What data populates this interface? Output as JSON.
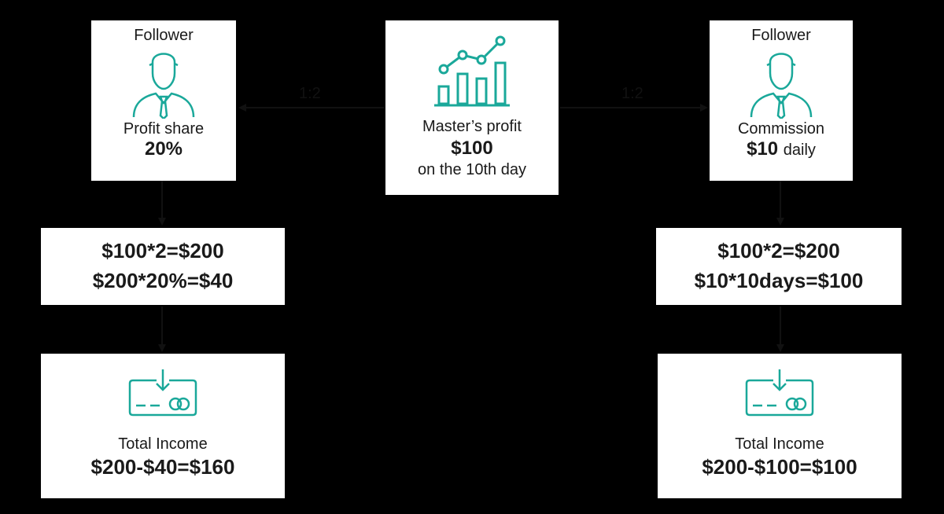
{
  "colors": {
    "accent": "#1aa89a",
    "line": "#111111",
    "background": "#000000",
    "box": "#ffffff"
  },
  "master": {
    "icon": "growth-chart-icon",
    "title": "Master’s profit",
    "amount": "$100",
    "subtitle": "on the 10th day"
  },
  "ratio_left": "1:2",
  "ratio_right": "1:2",
  "left": {
    "header": "Follower",
    "icon": "businessman-icon",
    "term_label": "Profit share",
    "term_value": "20%",
    "calc_line1": "$100*2=$200",
    "calc_line2": "$200*20%=$40",
    "total_icon": "card-deposit-icon",
    "total_label": "Total Income",
    "total_value": "$200-$40=$160"
  },
  "right": {
    "header": "Follower",
    "icon": "businessman-icon",
    "term_label": "Commission",
    "term_value": "$10",
    "term_suffix": "daily",
    "calc_line1": "$100*2=$200",
    "calc_line2": "$10*10days=$100",
    "total_icon": "card-deposit-icon",
    "total_label": "Total Income",
    "total_value": "$200-$100=$100"
  }
}
